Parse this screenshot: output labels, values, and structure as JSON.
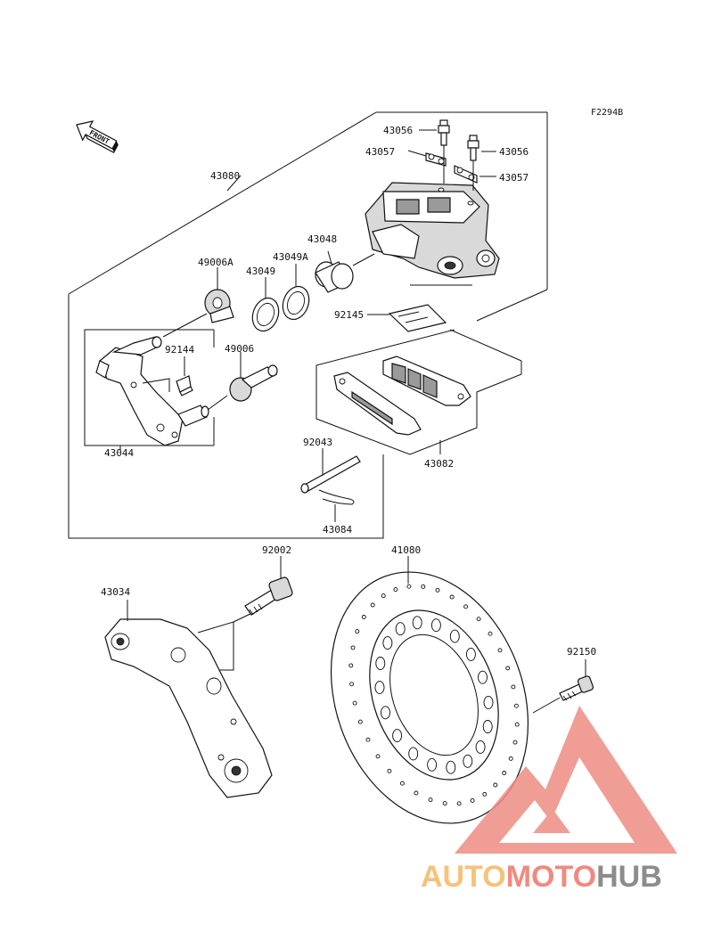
{
  "figure_code": "F2294B",
  "front_indicator": "FRONT",
  "watermark": {
    "part1": "AUTO",
    "part2": "MOTO",
    "part3": "HUB",
    "colors": {
      "auto": "#f6c27a",
      "moto": "#ef8a80",
      "hub": "#8c8c8c",
      "logo": "#ee8c83"
    }
  },
  "parts": {
    "p43056a": "43056",
    "p43057a": "43057",
    "p43056b": "43056",
    "p43057b": "43057",
    "p43080": "43080",
    "p43048": "43048",
    "p49006A": "49006A",
    "p43049A": "43049A",
    "p43049": "43049",
    "p92145": "92145",
    "p92144": "92144",
    "p49006": "49006",
    "p43044": "43044",
    "p92043": "92043",
    "p43082": "43082",
    "p43084": "43084",
    "p92002": "92002",
    "p41080": "41080",
    "p43034": "43034",
    "p92150": "92150"
  }
}
